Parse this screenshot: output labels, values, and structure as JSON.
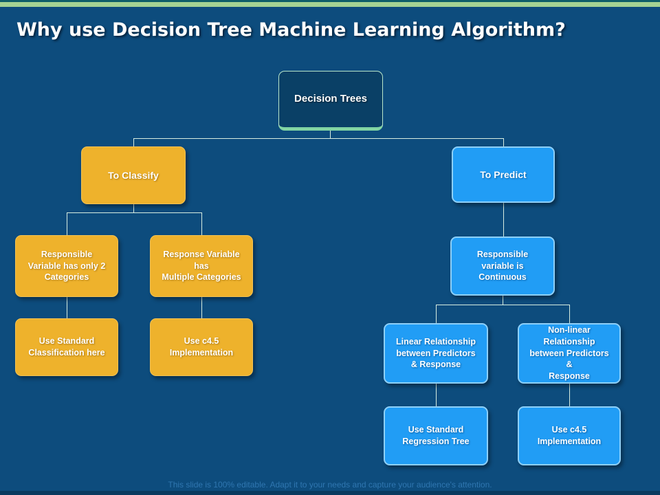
{
  "slide": {
    "title": "Why use Decision Tree Machine Learning Algorithm?",
    "footer": "This slide is 100% editable. Adapt it to your needs and capture your audience's attention."
  },
  "colors": {
    "background": "#0d4c7d",
    "top_accent_green": "#a5d393",
    "top_accent_teal": "#0e5e69",
    "root_fill": "#0a4066",
    "root_border": "#b9e7cb",
    "root_bottom_accent": "#82d5a3",
    "classify_branch_orange": "#eeb22c",
    "predict_branch_blue": "#219df5",
    "connector_line": "#d9eee1",
    "footer_text": "#2f76b0",
    "bottom_bar": "#0a3a5f"
  },
  "nodes": {
    "root": {
      "label": "Decision Trees"
    },
    "classify": {
      "label": "To Classify"
    },
    "predict": {
      "label": "To Predict"
    },
    "resp_two_categories": {
      "label": "Responsible\nVariable has only 2\nCategories"
    },
    "response_multiple": {
      "label": "Response Variable has\nMultiple Categories"
    },
    "use_standard_classification": {
      "label": "Use Standard\nClassification here"
    },
    "use_c45_left": {
      "label": "Use c4.5\nImplementation"
    },
    "responsible_continuous": {
      "label": "Responsible\nvariable is\nContinuous"
    },
    "linear_relationship": {
      "label": "Linear Relationship\nbetween Predictors\n& Response"
    },
    "nonlinear_relationship": {
      "label": "Non-linear Relationship\nbetween Predictors &\nResponse"
    },
    "use_standard_regression": {
      "label": "Use Standard\nRegression Tree"
    },
    "use_c45_right": {
      "label": "Use c4.5\nImplementation"
    }
  }
}
